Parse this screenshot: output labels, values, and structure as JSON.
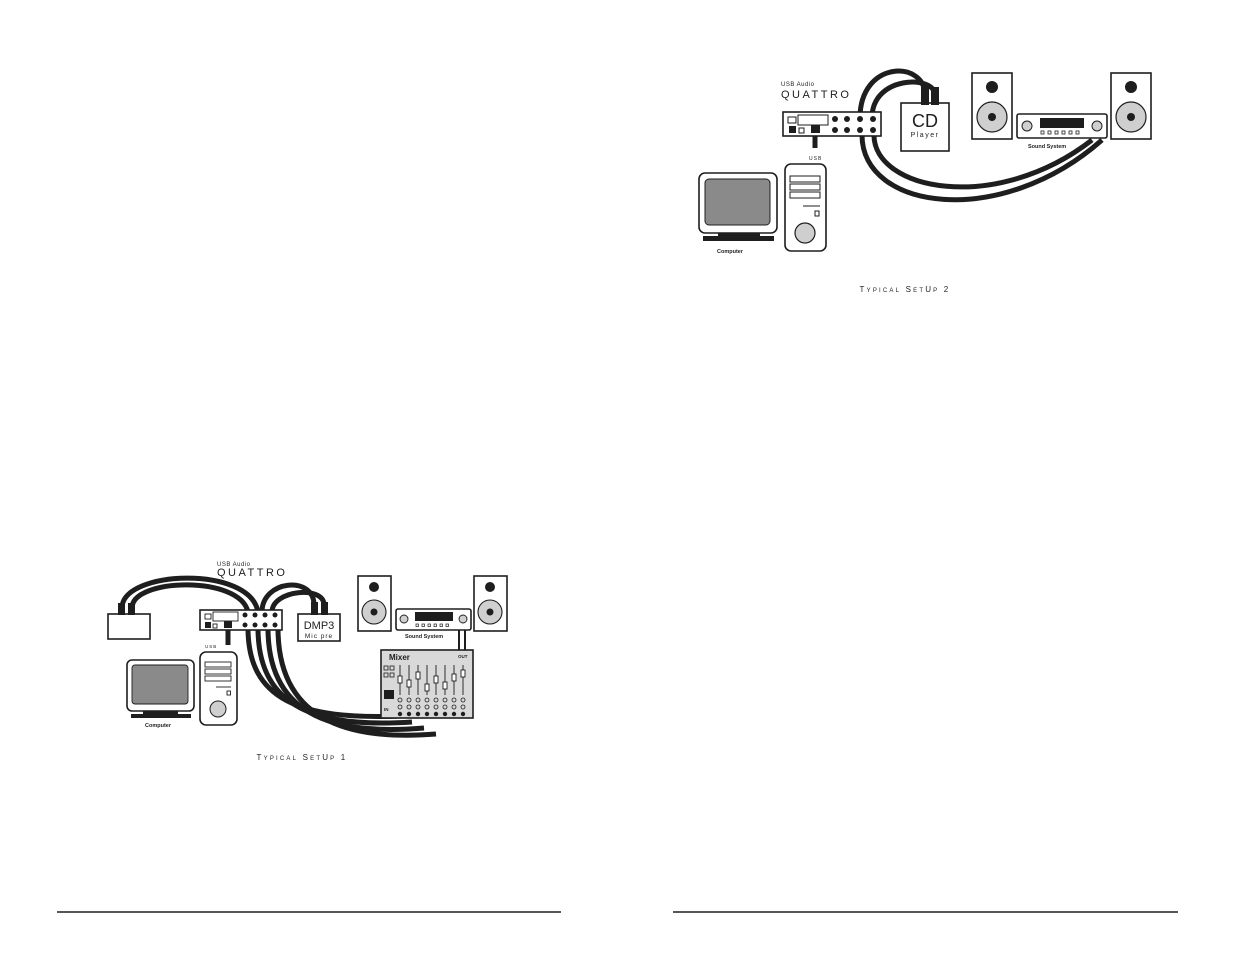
{
  "setup1": {
    "brand_small": "USB Audio",
    "brand": "QUATTRO",
    "dmp3": "DMP3",
    "mic_pre": "Mic pre",
    "sound_system": "Sound System",
    "mixer": "Mixer",
    "mixer_out": "OUT",
    "mixer_in": "IN",
    "usb": "USB",
    "computer": "Computer",
    "caption": "Typical SetUp 1"
  },
  "setup2": {
    "brand_small": "USB Audio",
    "brand": "QUATTRO",
    "cd": "CD",
    "player": "Player",
    "sound_system": "Sound System",
    "usb": "USB",
    "computer": "Computer",
    "caption": "Typical SetUp 2"
  }
}
